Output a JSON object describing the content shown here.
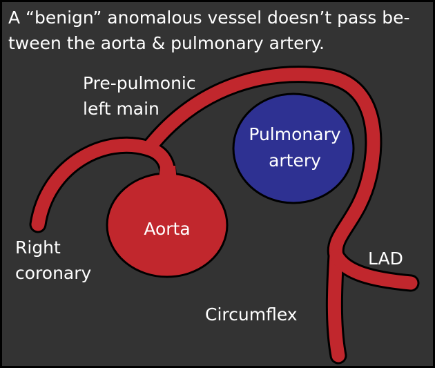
{
  "title": {
    "line1": "A “benign” anomalous vessel doesn’t pass be-",
    "line2": "tween the aorta & pulmonary artery."
  },
  "labels": {
    "pre_pulmonic_line1": "Pre-pulmonic",
    "pre_pulmonic_line2": "left main",
    "pulmonary_line1": "Pulmonary",
    "pulmonary_line2": "artery",
    "aorta": "Aorta",
    "right_line1": "Right",
    "right_line2": "coronary",
    "lad": "LAD",
    "circumflex": "Circumflex"
  },
  "colors": {
    "background": "#333333",
    "vessel": "#c1272d",
    "pulmonary": "#2e3192",
    "outline": "#000000",
    "text": "#ffffff"
  }
}
